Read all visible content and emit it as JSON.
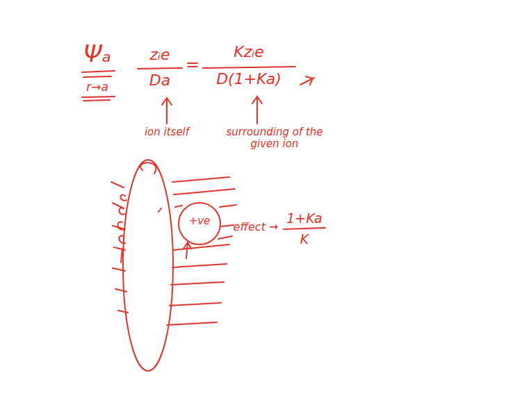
{
  "diagram": {
    "labels": [
      "Ψₐ",
      "r→a",
      "zᵢe",
      "Da",
      "=",
      "Kzᵢe",
      "D(1+Ka)",
      "ion itself",
      "surrounding of the given ion",
      "+ve",
      "effect →",
      "1+Ka",
      "K"
    ]
  }
}
